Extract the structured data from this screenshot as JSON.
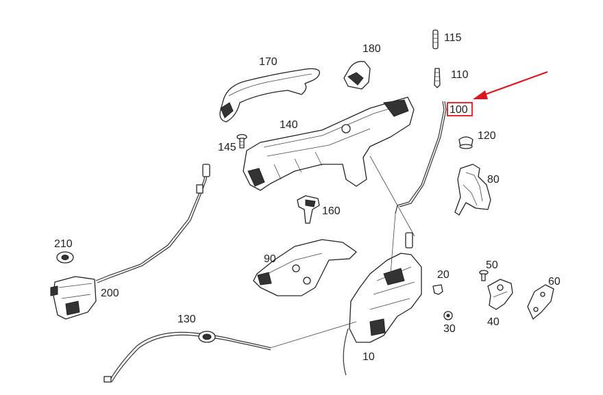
{
  "labels": {
    "p115": "115",
    "p110": "110",
    "p100": "100",
    "p120": "120",
    "p80": "80",
    "p170": "170",
    "p180": "180",
    "p140": "140",
    "p145": "145",
    "p160": "160",
    "p210": "210",
    "p200": "200",
    "p90": "90",
    "p20": "20",
    "p50": "50",
    "p60": "60",
    "p40": "40",
    "p30": "30",
    "p130": "130",
    "p10": "10"
  },
  "highlight": {
    "target": "100",
    "box_color": "#e0141e",
    "arrow_color": "#e0141e"
  }
}
